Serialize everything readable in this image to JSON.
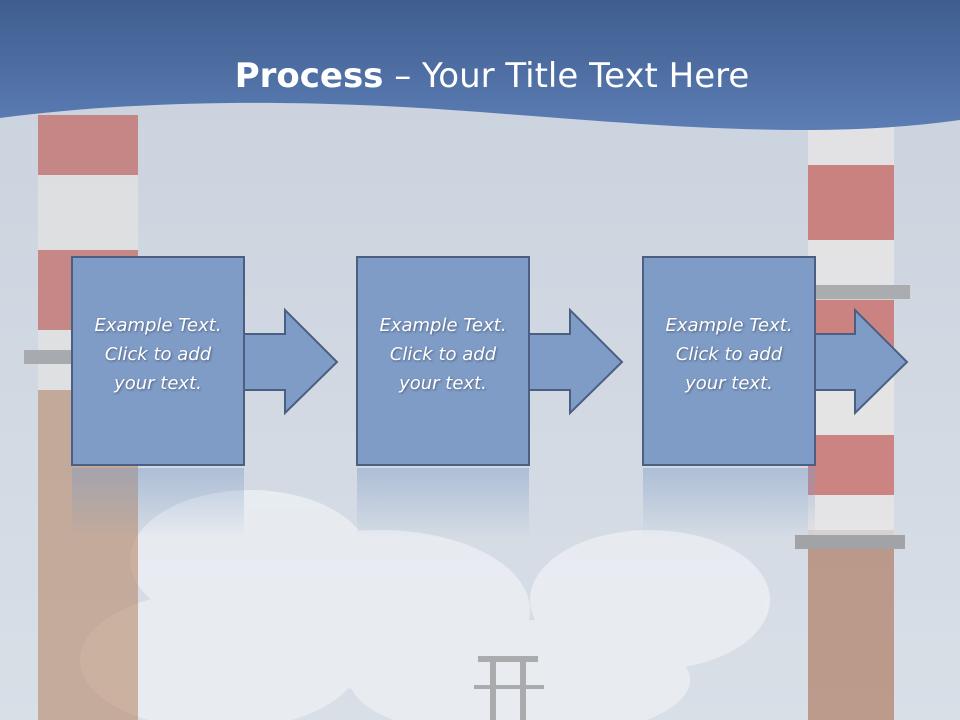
{
  "slide": {
    "title_bold": "Process",
    "title_rest": " – Your Title Text Here",
    "steps": [
      {
        "line1": "Example Text.",
        "line2": "Click  to add",
        "line3": "your text."
      },
      {
        "line1": "Example Text.",
        "line2": "Click  to add",
        "line3": "your text."
      },
      {
        "line1": "Example Text.",
        "line2": "Click  to add",
        "line3": "your text."
      }
    ]
  },
  "colors": {
    "header_band": "#5475ac",
    "box_fill": "#7f9cc6",
    "box_border": "#4a5f82",
    "sky": "#d3dae4"
  }
}
